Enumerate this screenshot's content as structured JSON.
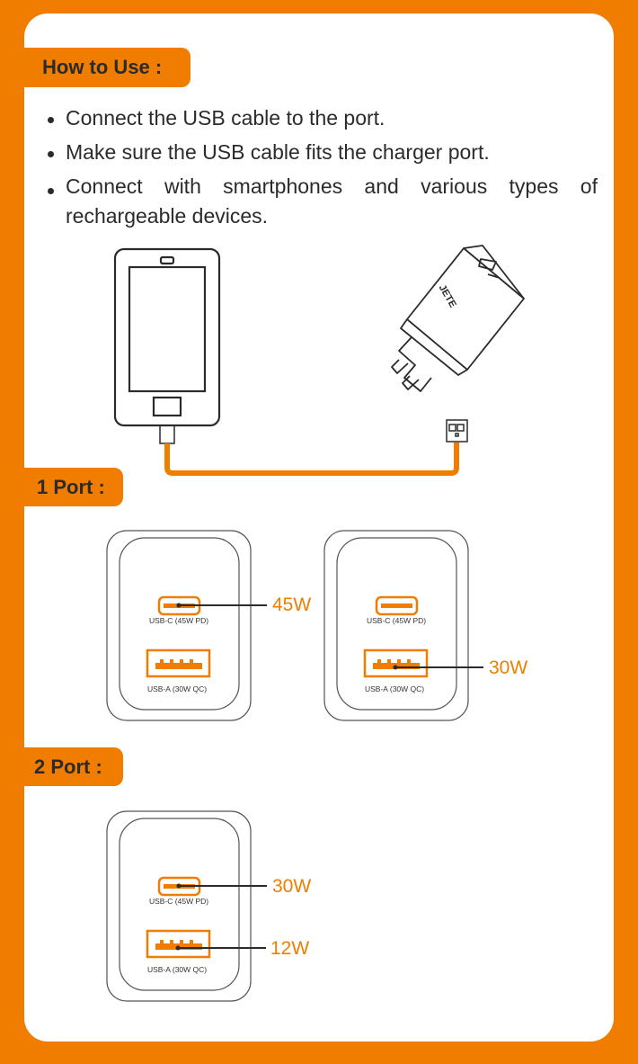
{
  "how_to_use": {
    "title": "How to Use :",
    "steps": [
      "Connect the USB cable to the port.",
      "Make sure the USB cable fits the charger port.",
      "Connect with smartphones and various types of rechargeable devices."
    ],
    "brand_logo": "JETE"
  },
  "one_port": {
    "title": "1 Port :",
    "diagrams": [
      {
        "usbc_label": "USB-C (45W PD)",
        "usba_label": "USB-A (30W QC)",
        "active": "usb-c",
        "output": "45W"
      },
      {
        "usbc_label": "USB-C (45W PD)",
        "usba_label": "USB-A (30W QC)",
        "active": "usb-a",
        "output": "30W"
      }
    ]
  },
  "two_port": {
    "title": "2 Port :",
    "diagram": {
      "usbc_label": "USB-C (45W PD)",
      "usba_label": "USB-A (30W QC)",
      "usbc_output": "30W",
      "usba_output": "12W"
    }
  },
  "colors": {
    "accent": "#F07D00",
    "card": "#FFFFFF",
    "text": "#2B2B2B"
  }
}
